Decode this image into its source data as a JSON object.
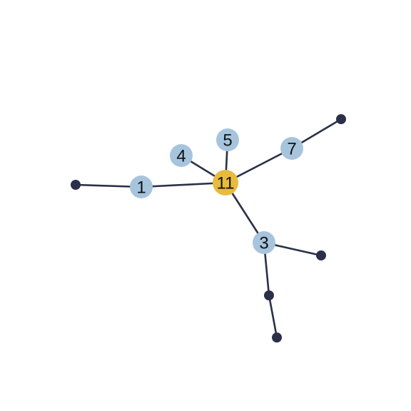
{
  "graph": {
    "colors": {
      "edge": "#2b3048",
      "hub_node": "#e8bb3e",
      "labeled_node": "#a7c4dd",
      "leaf_node": "#2b3048"
    },
    "nodes": [
      {
        "id": "11",
        "label": "11",
        "kind": "hub"
      },
      {
        "id": "1",
        "label": "1",
        "kind": "labeled"
      },
      {
        "id": "4",
        "label": "4",
        "kind": "labeled"
      },
      {
        "id": "5",
        "label": "5",
        "kind": "labeled"
      },
      {
        "id": "7",
        "label": "7",
        "kind": "labeled"
      },
      {
        "id": "3",
        "label": "3",
        "kind": "labeled"
      },
      {
        "id": "leaf-a",
        "label": "",
        "kind": "leaf"
      },
      {
        "id": "leaf-b",
        "label": "",
        "kind": "leaf"
      },
      {
        "id": "leaf-c",
        "label": "",
        "kind": "leaf"
      },
      {
        "id": "leaf-d",
        "label": "",
        "kind": "leaf"
      },
      {
        "id": "leaf-e",
        "label": "",
        "kind": "leaf"
      }
    ],
    "edges": [
      {
        "source": "11",
        "target": "1"
      },
      {
        "source": "11",
        "target": "4"
      },
      {
        "source": "11",
        "target": "5"
      },
      {
        "source": "11",
        "target": "7"
      },
      {
        "source": "11",
        "target": "3"
      },
      {
        "source": "1",
        "target": "leaf-a"
      },
      {
        "source": "7",
        "target": "leaf-b"
      },
      {
        "source": "3",
        "target": "leaf-c"
      },
      {
        "source": "3",
        "target": "leaf-d"
      },
      {
        "source": "leaf-d",
        "target": "leaf-e"
      }
    ]
  }
}
